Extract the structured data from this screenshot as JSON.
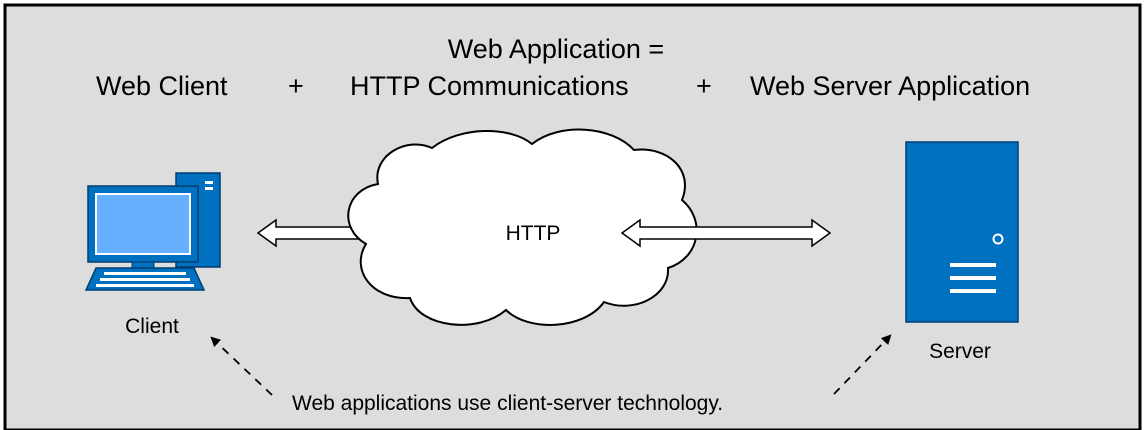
{
  "diagram": {
    "title": "Web Application =",
    "equation": {
      "client_term": "Web Client",
      "plus_1": "+",
      "http_term": "HTTP Communications",
      "plus_2": "+",
      "server_term": "Web Server Application"
    },
    "cloud_label": "HTTP",
    "client_label": "Client",
    "server_label": "Server",
    "footnote": "Web applications use client-server technology."
  },
  "colors": {
    "background": "#dddddd",
    "frame": "#000000",
    "computer_blue": "#0070c0",
    "server_blue": "#0070c0",
    "screen_fill": "#66b0ff",
    "cloud_fill": "#ffffff",
    "arrow_fill": "#ffffff"
  },
  "icons": {
    "client": "desktop-computer-icon",
    "server": "server-tower-icon",
    "network": "cloud-icon"
  }
}
